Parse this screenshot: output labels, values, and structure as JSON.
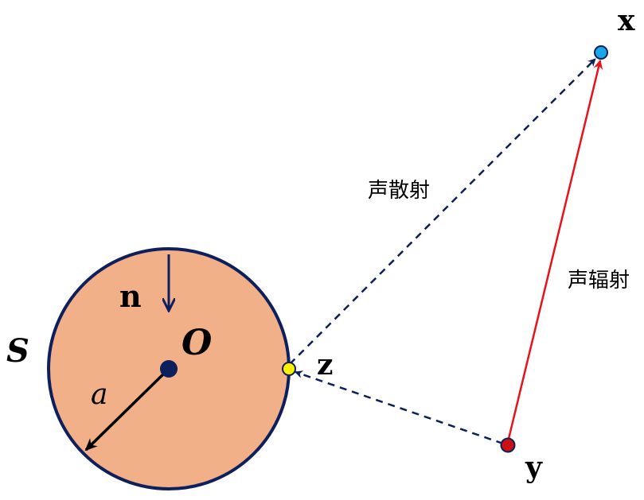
{
  "labels": {
    "surface": "S",
    "center": "O",
    "radius": "a",
    "normal": "n",
    "scatter_point": "z",
    "receiver": "x",
    "source": "y",
    "scattering": "声散射",
    "radiation": "声辐射"
  },
  "colors": {
    "sphere_fill": "#F2B088",
    "sphere_stroke": "#0D1F5C",
    "navy": "#0D1F5C",
    "receiver_point": "#1BA6E6",
    "source_point": "#CC1111",
    "scatter_point": "#FFF200",
    "radiation_arrow": "#E8121A",
    "text": "#000000"
  },
  "icons": {
    "center_point": "filled-circle",
    "receiver_point": "filled-circle",
    "source_point": "filled-circle",
    "scatter_point": "filled-circle"
  }
}
